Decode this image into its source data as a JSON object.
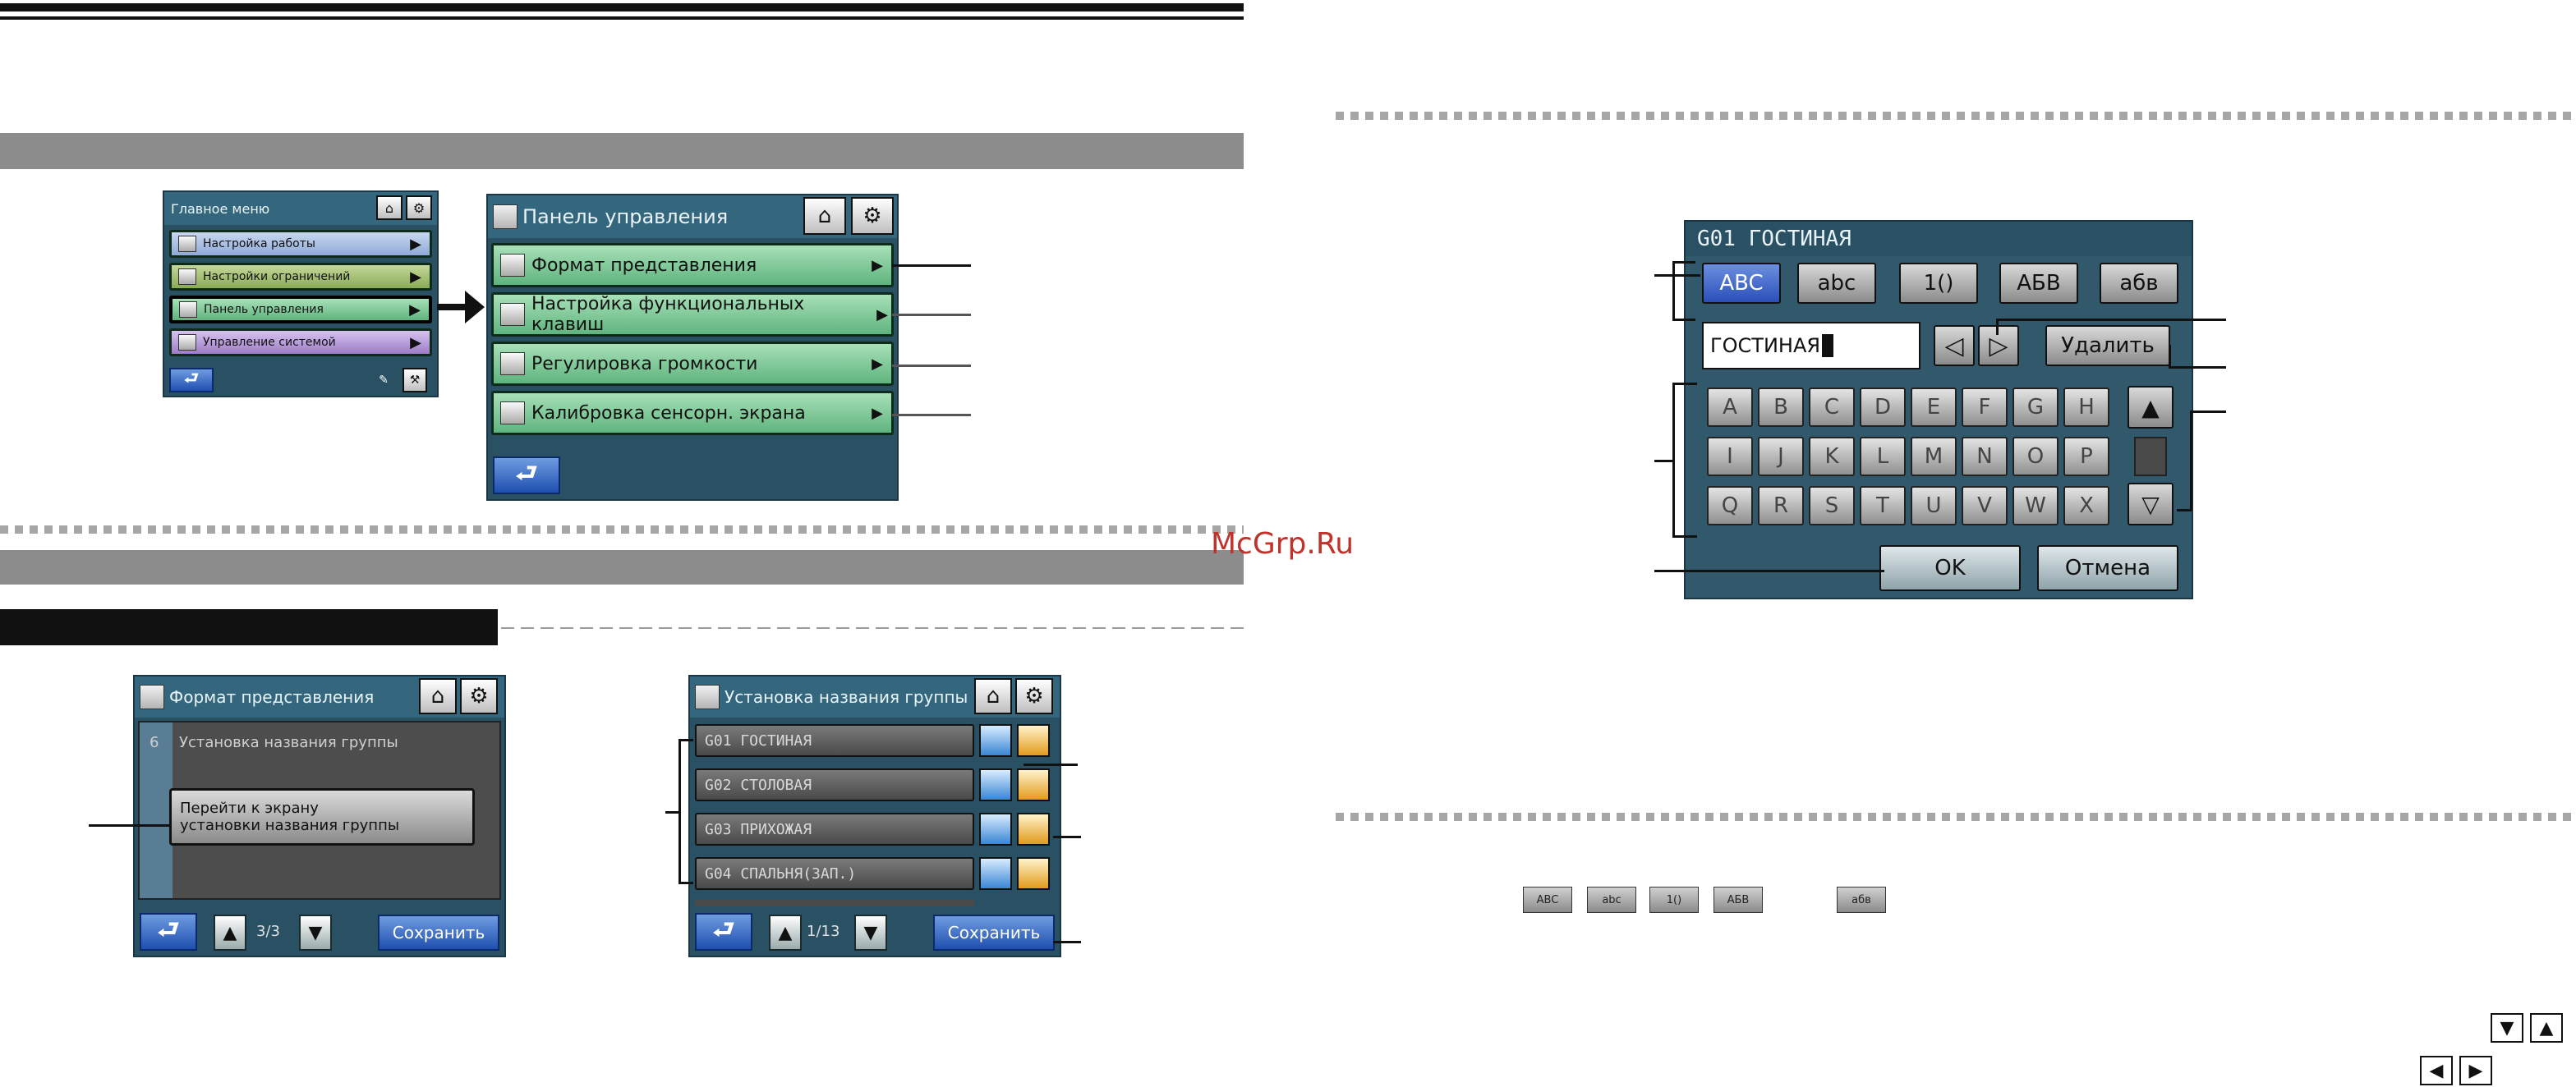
{
  "watermark": "McGrp.Ru",
  "main_menu": {
    "title": "Главное меню",
    "items": [
      {
        "label": "Настройка работы"
      },
      {
        "label": "Настройки ограничений"
      },
      {
        "label": "Панель управления"
      },
      {
        "label": "Управление системой"
      }
    ]
  },
  "control_panel": {
    "title": "Панель управления",
    "items": [
      {
        "label": "Формат представления"
      },
      {
        "label": "Настройка функциональных клавиш"
      },
      {
        "label": "Регулировка громкости"
      },
      {
        "label": "Калибровка сенсорн. экрана"
      }
    ]
  },
  "display_format": {
    "title": "Формат представления",
    "item_number": "6",
    "item_label": "Установка названия группы",
    "goto_line1": "Перейти к экрану",
    "goto_line2": "установки названия группы",
    "page": "3/3",
    "save": "Сохранить"
  },
  "group_names": {
    "title": "Установка названия группы",
    "rows": [
      {
        "label": "G01 ГОСТИНАЯ"
      },
      {
        "label": "G02 СТОЛОВАЯ"
      },
      {
        "label": "G03 ПРИХОЖАЯ"
      },
      {
        "label": "G04 СПАЛЬНЯ(ЗАП.)"
      }
    ],
    "page": "1/13",
    "save": "Сохранить"
  },
  "keyboard": {
    "title": "G01 ГОСТИНАЯ",
    "modes": [
      "ABC",
      "abc",
      "1()",
      "АБВ",
      "абв"
    ],
    "input_value": "ГОСТИНАЯ",
    "delete": "Удалить",
    "rows": [
      [
        "A",
        "B",
        "C",
        "D",
        "E",
        "F",
        "G",
        "H"
      ],
      [
        "I",
        "J",
        "K",
        "L",
        "M",
        "N",
        "O",
        "P"
      ],
      [
        "Q",
        "R",
        "S",
        "T",
        "U",
        "V",
        "W",
        "X"
      ]
    ],
    "ok": "OK",
    "cancel": "Отмена"
  },
  "mode_legend": [
    "ABC",
    "abc",
    "1()",
    "АБВ",
    "абв"
  ]
}
